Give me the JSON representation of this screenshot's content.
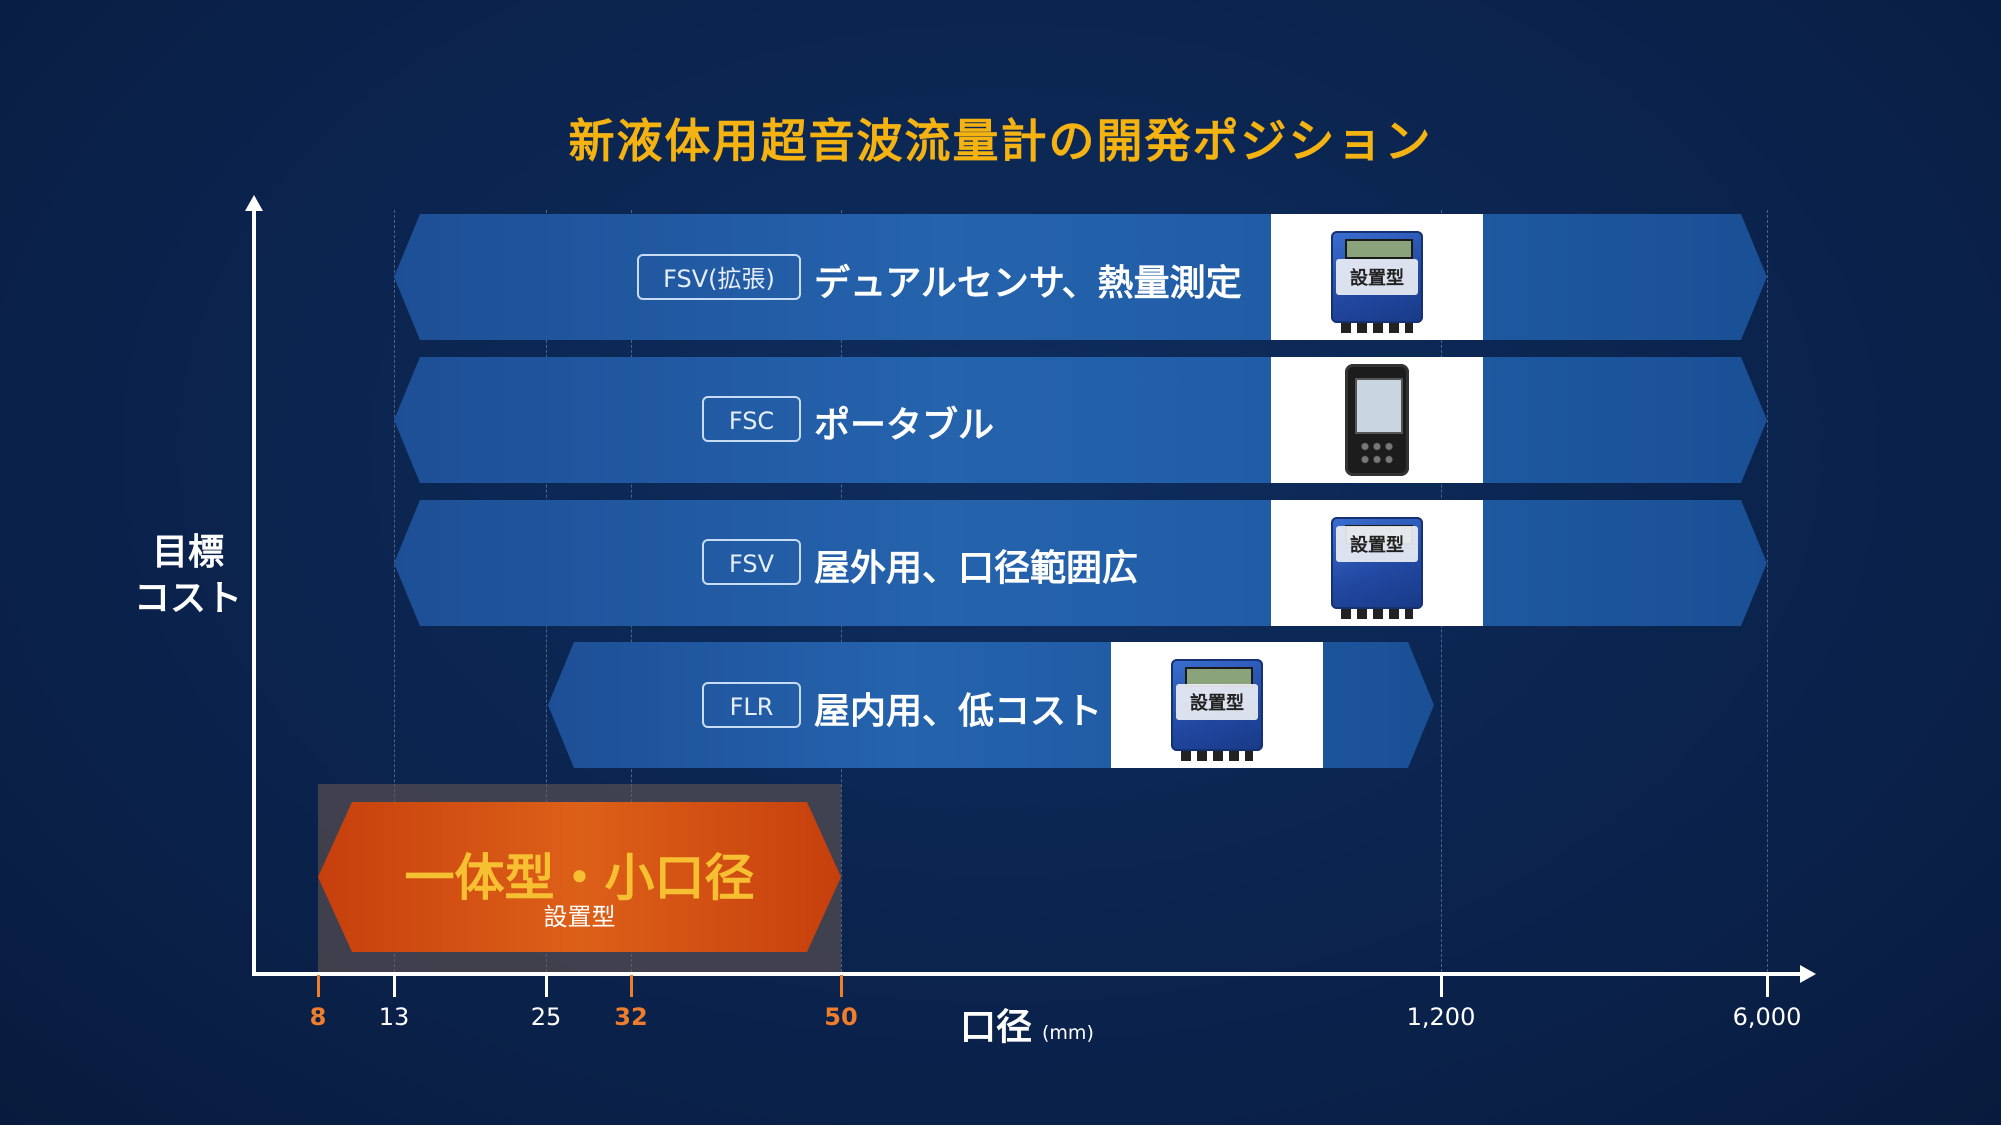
{
  "title": "新液体用超音波流量計の開発ポジション",
  "y_axis": {
    "label_line1": "目標",
    "label_line2": "コスト"
  },
  "x_axis": {
    "label": "口径",
    "unit": "(mm)",
    "ticks": [
      {
        "label": "8",
        "color": "#f07d2c"
      },
      {
        "label": "13",
        "color": "#ffffff"
      },
      {
        "label": "25",
        "color": "#ffffff"
      },
      {
        "label": "32",
        "color": "#f07d2c"
      },
      {
        "label": "50",
        "color": "#f07d2c"
      },
      {
        "label": "1,200",
        "color": "#ffffff"
      },
      {
        "label": "6,000",
        "color": "#ffffff"
      }
    ]
  },
  "products": [
    {
      "code": "FSV(拡張)",
      "description": "デュアルセンサ、熱量測定",
      "badge": "設置型",
      "device": "blue-wall-mount-box-icon",
      "range_from": "13",
      "range_to": "6,000"
    },
    {
      "code": "FSC",
      "description": "ポータブル",
      "badge": "",
      "device": "portable-handheld-icon",
      "range_from": "13",
      "range_to": "6,000"
    },
    {
      "code": "FSV",
      "description": "屋外用、口径範囲広",
      "badge": "設置型",
      "device": "blue-wall-mount-box-icon",
      "range_from": "13",
      "range_to": "6,000"
    },
    {
      "code": "FLR",
      "description": "屋内用、低コスト",
      "badge": "設置型",
      "device": "blue-wall-mount-box-icon",
      "range_from": "25",
      "range_to": "1,200"
    }
  ],
  "new_product": {
    "title": "一体型・小口径",
    "subtitle": "設置型",
    "range_from": "8",
    "range_to": "50",
    "color": "#dd6018"
  },
  "colors": {
    "background": "#0b2450",
    "title": "#f5b312",
    "band": "#2563ad",
    "accent_orange": "#f07d2c"
  }
}
